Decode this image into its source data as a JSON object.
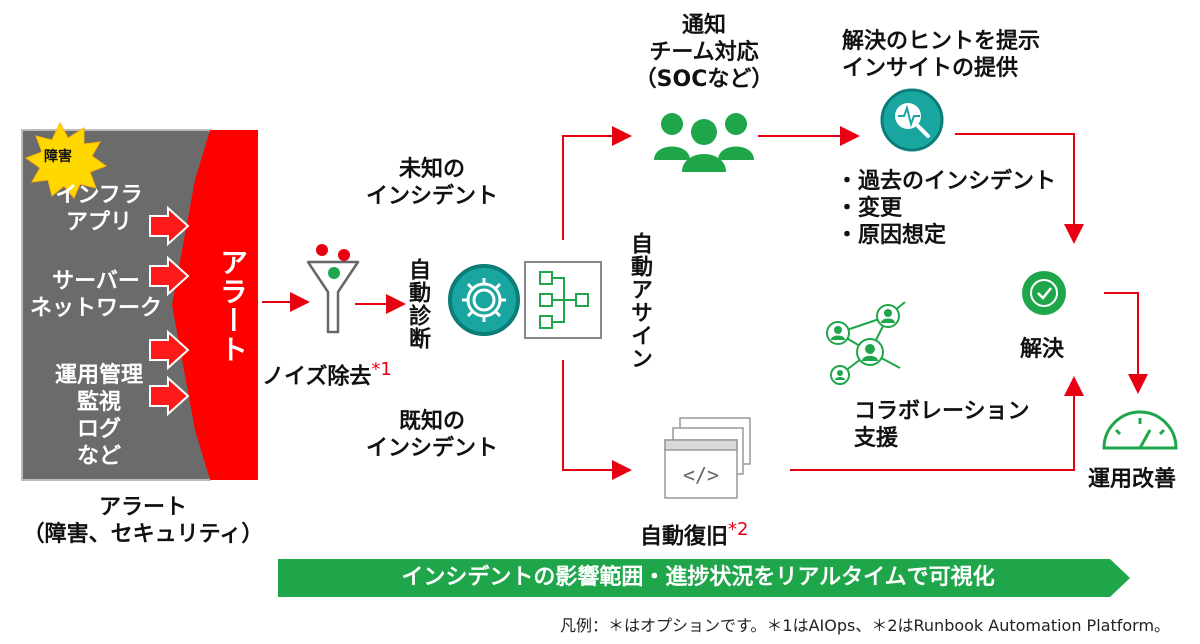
{
  "colors": {
    "red": "#e60012",
    "green": "#1fa64a",
    "teal": "#1aa6a0",
    "gray_panel": "#6b6b6b"
  },
  "source": {
    "burst_label": "障害",
    "groups": [
      [
        "インフラ",
        "アプリ"
      ],
      [
        "サーバー",
        "ネットワーク"
      ],
      [
        "運用管理",
        "監視",
        "ログ",
        "など"
      ]
    ],
    "alert_label": "アラート",
    "caption_lines": [
      "アラート",
      "（障害、セキュリティ）"
    ]
  },
  "noise": {
    "label": "ノイズ除去",
    "note": "*1",
    "icon": "funnel-icon"
  },
  "diagnosis": {
    "label": "自動診断",
    "icon": "gear-icon"
  },
  "flow_icon": "flowchart-icon",
  "unknown_incident": [
    "未知の",
    "インシデント"
  ],
  "known_incident": [
    "既知の",
    "インシデント"
  ],
  "auto_assign": "自動アサイン",
  "notify": {
    "lines": [
      "通知",
      "チーム対応",
      "（SOCなど）"
    ],
    "icon": "team-icon"
  },
  "hints": {
    "lines": [
      "解決のヒントを提示",
      "インサイトの提供"
    ],
    "icon": "search-insight-icon",
    "bullets": [
      "過去のインシデント",
      "変更",
      "原因想定"
    ]
  },
  "collab": {
    "lines": [
      "コラボレーション",
      "支援"
    ],
    "icon": "network-people-icon"
  },
  "resolve": {
    "label": "解決",
    "icon": "check-circle-icon"
  },
  "improve": {
    "label": "運用改善",
    "icon": "gauge-icon"
  },
  "recovery": {
    "label": "自動復旧",
    "note": "*2",
    "icon": "code-windows-icon"
  },
  "banner": "インシデントの影響範囲・進捗状況をリアルタイムで可視化",
  "legend": "凡例：＊はオプションです。＊1はAIOps、＊2はRunbook Automation Platform。"
}
